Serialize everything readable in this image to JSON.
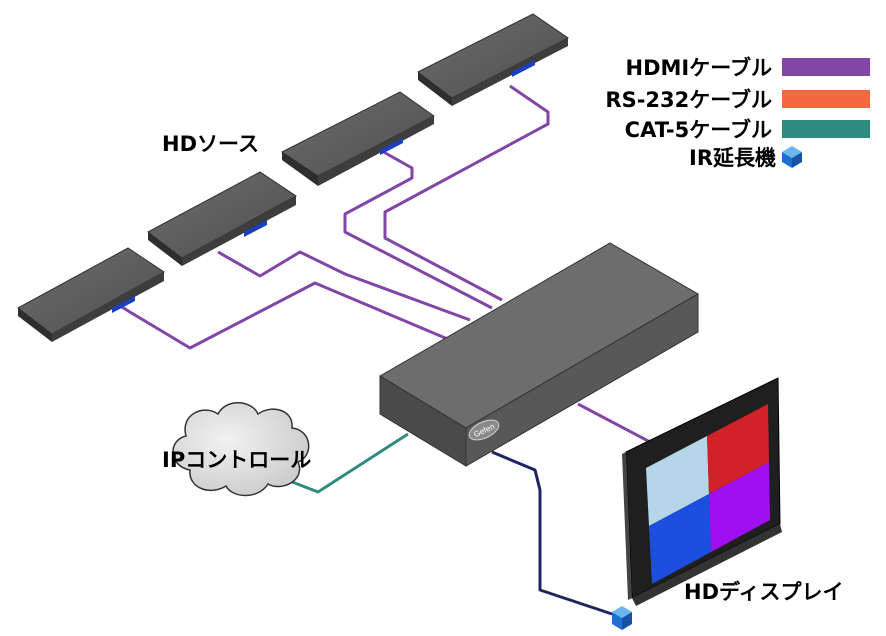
{
  "labels": {
    "hd_sources": "HDソース",
    "ip_control": "IPコントロール",
    "hd_display": "HDディスプレイ",
    "brand": "Gefen"
  },
  "legend": [
    {
      "label": "HDMIケーブル",
      "color": "#8146a6"
    },
    {
      "label": "RS-232ケーブル",
      "color": "#f4683f"
    },
    {
      "label": "CAT-5ケーブル",
      "color": "#2f8a80"
    },
    {
      "label": "IR延長機",
      "icon": "ir-extender-cube-icon",
      "color": "#1e6fd0"
    }
  ],
  "display_quadrants": [
    "#b5d6e8",
    "#d32128",
    "#1c4fe0",
    "#a00ff2"
  ],
  "colors": {
    "hdmi": "#8146a6",
    "cat5": "#2f8a80",
    "ir": "#1e2560",
    "device": "#5a5a5a"
  }
}
